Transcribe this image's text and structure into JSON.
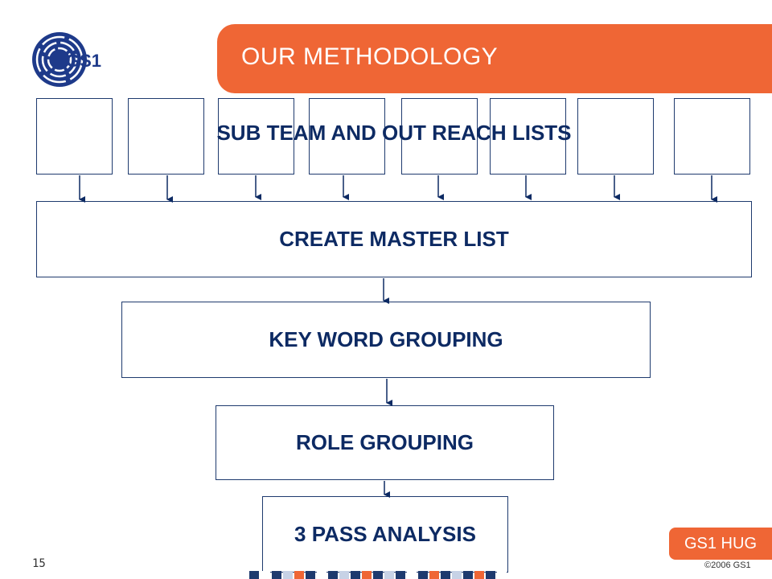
{
  "logo": {
    "text": "GS1",
    "icon": "gs1-logo-icon",
    "color": "#1e3a8a"
  },
  "title": "OUR METHODOLOGY",
  "lists_label": "SUB TEAM AND OUT REACH LISTS",
  "steps": [
    {
      "label": "CREATE MASTER LIST"
    },
    {
      "label": "KEY WORD GROUPING"
    },
    {
      "label": "ROLE GROUPING"
    },
    {
      "label": "3 PASS ANALYSIS"
    }
  ],
  "footer": {
    "page_number": "15",
    "badge": "GS1 HUG",
    "copyright": "©2006 GS1"
  },
  "colors": {
    "accent": "#ef6635",
    "navy": "#0d2a63",
    "border": "#1e3a6e"
  }
}
